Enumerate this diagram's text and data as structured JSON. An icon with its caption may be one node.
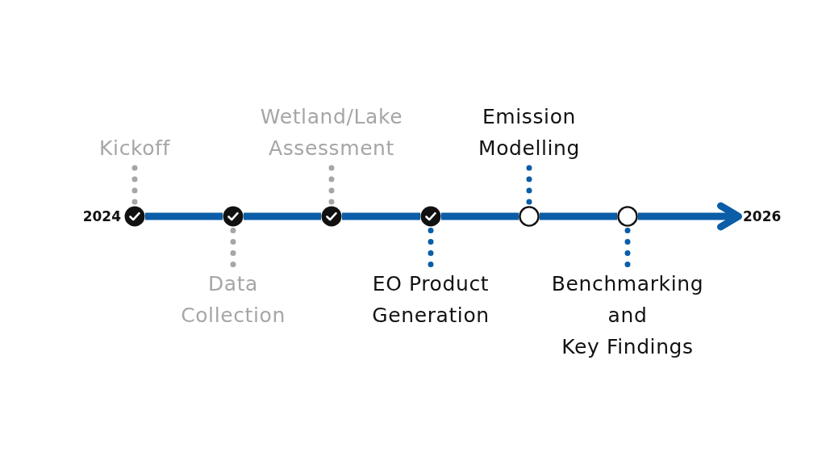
{
  "diagram": {
    "nodes": [
      {
        "text": [
          "Kickoff"
        ]
      },
      {
        "text": [
          "Wetland/Lake Assessment"
        ]
      },
      {
        "text": [
          "Emission Modelling"
        ]
      },
      {
        "text": [],
        "shape": "check",
        "beside": [
          "2024"
        ]
      },
      {
        "text": [],
        "shape": "check"
      },
      {
        "text": [],
        "shape": "check"
      },
      {
        "text": [],
        "shape": "check"
      },
      {
        "text": [],
        "shape": "circle"
      },
      {
        "text": [],
        "shape": "circle"
      },
      {
        "text": [
          "2026"
        ]
      },
      {
        "text": [
          "Data Collection"
        ]
      },
      {
        "text": [
          "EO Product Generation"
        ]
      },
      {
        "text": [
          "Benchmarking and Key Findings"
        ]
      }
    ],
    "edges": [
      {
        "from": 3,
        "to": 4,
        "arrow": "none"
      },
      {
        "from": 4,
        "to": 5,
        "arrow": "none"
      },
      {
        "from": 5,
        "to": 6,
        "arrow": "none"
      },
      {
        "from": 6,
        "to": 7,
        "arrow": "none"
      },
      {
        "from": 7,
        "to": 8,
        "arrow": "none"
      },
      {
        "from": 8,
        "to": 9,
        "arrow": "to"
      },
      {
        "from": 0,
        "to": 3,
        "arrow": "none",
        "style": "dashed",
        "color": "#a6a6a6"
      },
      {
        "from": 10,
        "to": 4,
        "arrow": "none",
        "style": "dashed",
        "color": "#a6a6a6"
      },
      {
        "from": 1,
        "to": 5,
        "arrow": "none",
        "style": "dashed",
        "color": "#a6a6a6"
      },
      {
        "from": 11,
        "to": 6,
        "arrow": "none",
        "style": "dashed"
      },
      {
        "from": 2,
        "to": 7,
        "arrow": "none",
        "style": "dashed"
      },
      {
        "from": 12,
        "to": 8,
        "arrow": "none",
        "style": "dashed"
      }
    ]
  }
}
